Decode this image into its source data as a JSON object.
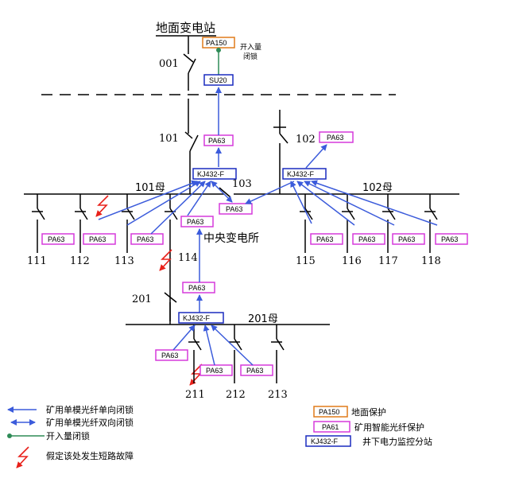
{
  "title": "地面变电站",
  "center_title": "中央变电所",
  "colors": {
    "single_arrow": "#3b5bdb",
    "double_arrow": "#3b5bdb",
    "interlock_line": "#2e8b57",
    "fault": "#e8201a",
    "pa63_border": "#d63adb",
    "pa150_border": "#e07b1a",
    "kj_border": "#1a2bbf",
    "su_border": "#1a2bbf",
    "bus": "#000000"
  },
  "labels": {
    "n001": "001",
    "n101": "101",
    "n102": "102",
    "n103": "103",
    "n201": "201",
    "bus101": "101母",
    "bus102": "102母",
    "bus201": "201母",
    "f111": "111",
    "f112": "112",
    "f113": "113",
    "f114": "114",
    "f115": "115",
    "f116": "116",
    "f117": "117",
    "f118": "118",
    "f211": "211",
    "f212": "212",
    "f213": "213",
    "interlock_input": [
      "开入量",
      "闭锁"
    ]
  },
  "boxes": {
    "pa150": "PA150",
    "su20": "SU20",
    "pa63": "PA63",
    "kj432": "KJ432-F"
  },
  "legend": {
    "single": "矿用单模光纤单向闭锁",
    "double": "矿用单模光纤双向闭锁",
    "interlock": "开入量闭锁",
    "fault": "假定该处发生短路故障",
    "pa150_label": "PA150",
    "pa150_desc": "地面保护",
    "pa61_label": "PA61",
    "pa61_desc": "矿用智能光纤保护",
    "kj_label": "KJ432-F",
    "kj_desc": "井下电力监控分站"
  }
}
